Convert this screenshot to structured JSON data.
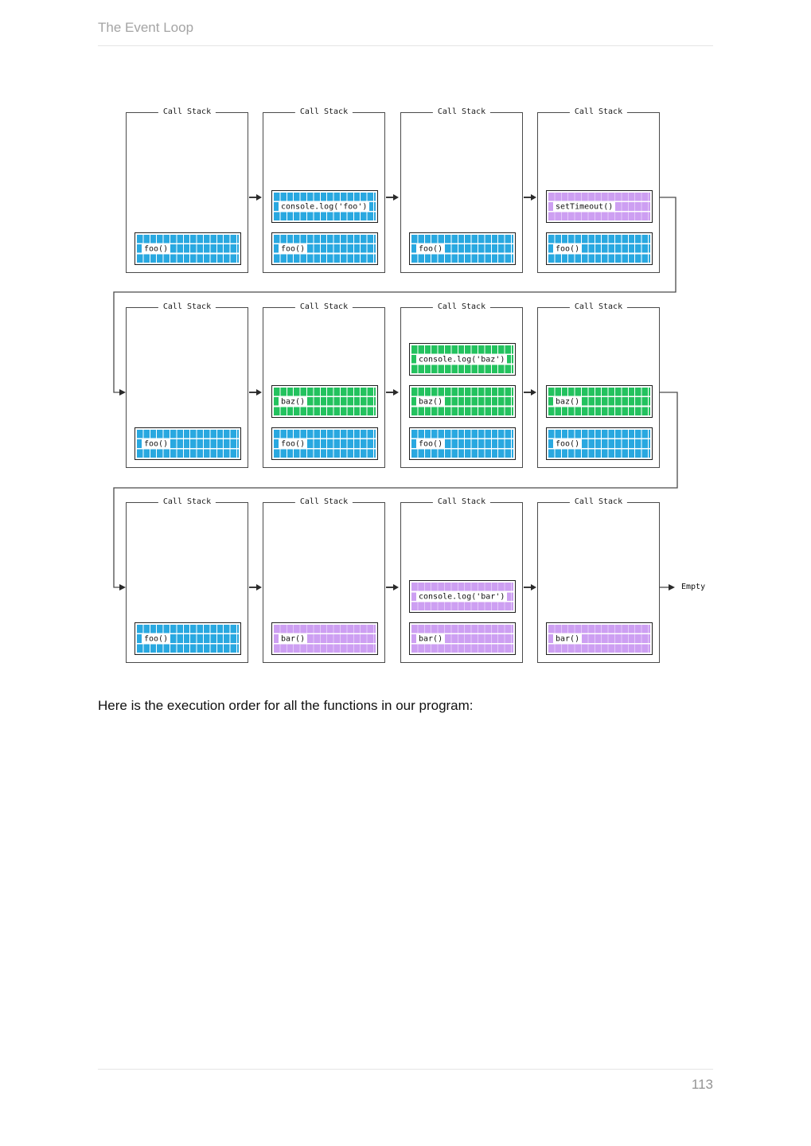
{
  "page": {
    "header_title": "The Event Loop",
    "body_text": "Here is the execution order for all the functions in our program:",
    "footer_page_number": "113"
  },
  "diagram": {
    "box_title": "Call Stack",
    "empty_label": "Empty",
    "colors": {
      "blue": "#29a8e0",
      "green": "#23c25e",
      "purple": "#cd9ff2"
    },
    "rows": [
      {
        "boxes": [
          {
            "frames": [
              {
                "label": "foo()",
                "color": "blue"
              }
            ]
          },
          {
            "frames": [
              {
                "label": "foo()",
                "color": "blue"
              },
              {
                "label": "console.log('foo')",
                "color": "blue"
              }
            ]
          },
          {
            "frames": [
              {
                "label": "foo()",
                "color": "blue"
              }
            ]
          },
          {
            "frames": [
              {
                "label": "foo()",
                "color": "blue"
              },
              {
                "label": "setTimeout()",
                "color": "purple"
              }
            ]
          }
        ]
      },
      {
        "boxes": [
          {
            "frames": [
              {
                "label": "foo()",
                "color": "blue"
              }
            ]
          },
          {
            "frames": [
              {
                "label": "foo()",
                "color": "blue"
              },
              {
                "label": "baz()",
                "color": "green"
              }
            ]
          },
          {
            "frames": [
              {
                "label": "foo()",
                "color": "blue"
              },
              {
                "label": "baz()",
                "color": "green"
              },
              {
                "label": "console.log('baz')",
                "color": "green"
              }
            ]
          },
          {
            "frames": [
              {
                "label": "foo()",
                "color": "blue"
              },
              {
                "label": "baz()",
                "color": "green"
              }
            ]
          }
        ]
      },
      {
        "boxes": [
          {
            "frames": [
              {
                "label": "foo()",
                "color": "blue"
              }
            ]
          },
          {
            "frames": [
              {
                "label": "bar()",
                "color": "purple"
              }
            ]
          },
          {
            "frames": [
              {
                "label": "bar()",
                "color": "purple"
              },
              {
                "label": "console.log('bar')",
                "color": "purple"
              }
            ]
          },
          {
            "frames": [
              {
                "label": "bar()",
                "color": "purple"
              }
            ]
          }
        ]
      }
    ]
  }
}
